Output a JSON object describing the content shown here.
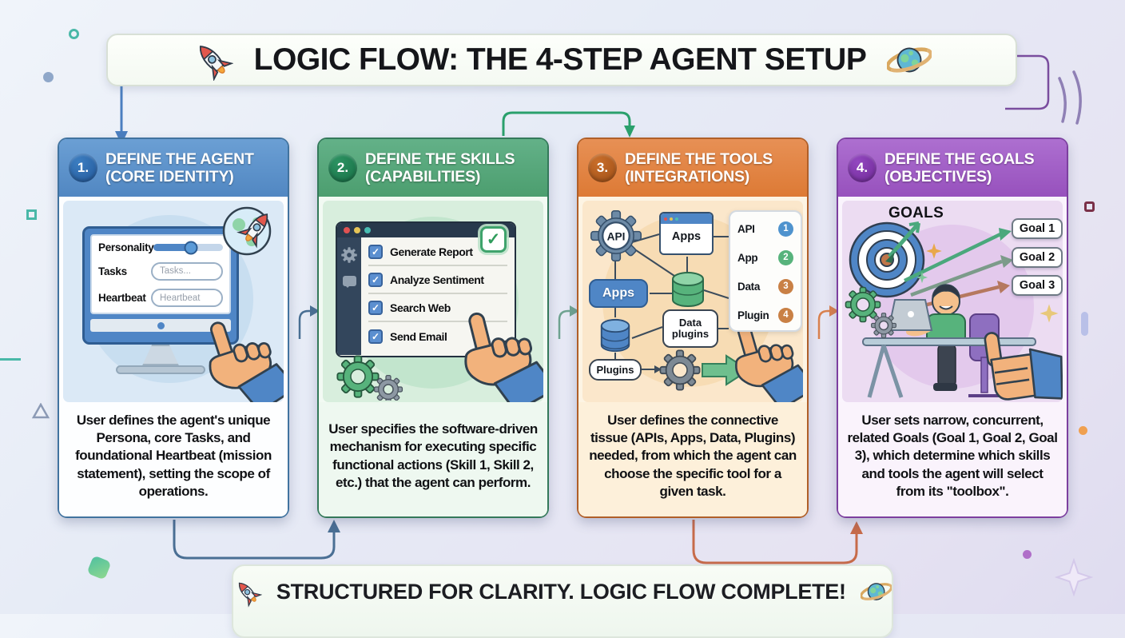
{
  "banner": {
    "title": "LOGIC FLOW: THE 4-STEP AGENT SETUP"
  },
  "footer": {
    "title": "STRUCTURED FOR CLARITY. LOGIC FLOW COMPLETE!"
  },
  "icons": {
    "check": "✓"
  },
  "steps": [
    {
      "number": "1.",
      "title_line1": "DEFINE THE AGENT",
      "title_line2": "(CORE IDENTITY)",
      "description": "User defines the agent's unique Persona, core Tasks, and foundational Heartbeat (mission statement), setting the scope of operations.",
      "theme": {
        "header": "#5b8fc7",
        "badge": "#2a64a8",
        "panel": "#dbe9f6"
      },
      "illustration": {
        "personality_label": "Personality",
        "tasks_label": "Tasks",
        "tasks_placeholder": "Tasks...",
        "heartbeat_label": "Heartbeat",
        "heartbeat_placeholder": "Heartbeat"
      }
    },
    {
      "number": "2.",
      "title_line1": "DEFINE THE SKILLS",
      "title_line2": "(CAPABILITIES)",
      "description": "User specifies the software-driven mechanism for executing specific functional actions (Skill 1, Skill 2, etc.) that the agent can perform.",
      "theme": {
        "header": "#53a67c",
        "badge": "#1e7a4e",
        "panel": "#d8eedd"
      },
      "illustration": {
        "checklist": [
          "Generate Report",
          "Analyze Sentiment",
          "Search Web",
          "Send Email"
        ]
      }
    },
    {
      "number": "3.",
      "title_line1": "DEFINE THE TOOLS",
      "title_line2": "(INTEGRATIONS)",
      "description": "User defines the connective tissue (APIs, Apps, Data, Plugins) needed, from which the agent can choose the specific tool for a given task.",
      "theme": {
        "header": "#e0813f",
        "badge": "#a9561d",
        "panel": "#fbe7cb"
      },
      "illustration": {
        "api_label": "API",
        "window_label": "Apps",
        "apps_label": "Apps",
        "data_label": "Data plugins",
        "plugins_label": "Plugins",
        "legend": [
          {
            "label": "API",
            "num": "1",
            "color": "#4f93ce"
          },
          {
            "label": "App",
            "num": "2",
            "color": "#57b37c"
          },
          {
            "label": "Data",
            "num": "3",
            "color": "#c98045"
          },
          {
            "label": "Plugin",
            "num": "4",
            "color": "#c98045"
          }
        ]
      }
    },
    {
      "number": "4.",
      "title_line1": "DEFINE THE GOALS",
      "title_line2": "(OBJECTIVES)",
      "description": "User sets narrow, concurrent, related Goals (Goal 1, Goal 2, Goal 3), which determine which skills and tools the agent will select from its \"toolbox\".",
      "theme": {
        "header": "#a158c4",
        "badge": "#7c2fa4",
        "panel": "#ecdcf2"
      },
      "illustration": {
        "goals_title": "GOALS",
        "goals": [
          "Goal 1",
          "Goal 2",
          "Goal 3"
        ]
      }
    }
  ]
}
